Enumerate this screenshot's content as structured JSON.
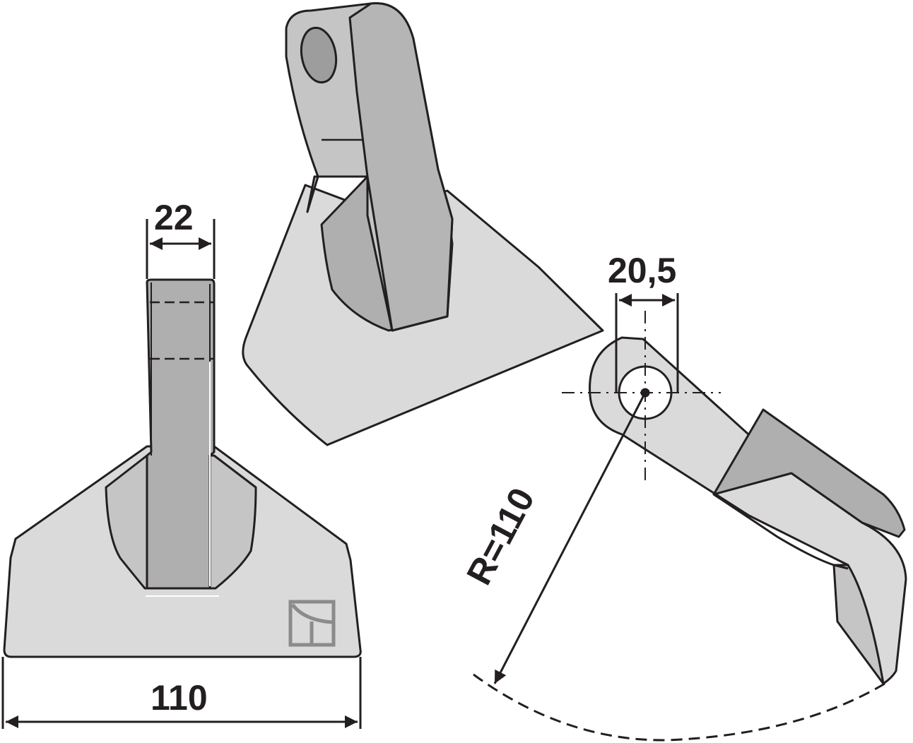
{
  "figure": {
    "subject": "Hammer flail blade technical drawing",
    "views": [
      {
        "name": "front-view",
        "description": "front view of hammer blade"
      },
      {
        "name": "perspective-view",
        "description": "3D perspective of hammer blade"
      },
      {
        "name": "side-view",
        "description": "side view with swing radius"
      }
    ]
  },
  "dimensions": {
    "eye_width": "22",
    "blade_width": "110",
    "hole_diameter": "20,5",
    "swing_radius": "R=110"
  },
  "colors": {
    "outline": "#231f20",
    "face_light": "#d9dad9",
    "face_mid": "#c4c5c4",
    "face_dark": "#aeafae",
    "logo": "#8a8b8a",
    "background": "#ffffff"
  }
}
